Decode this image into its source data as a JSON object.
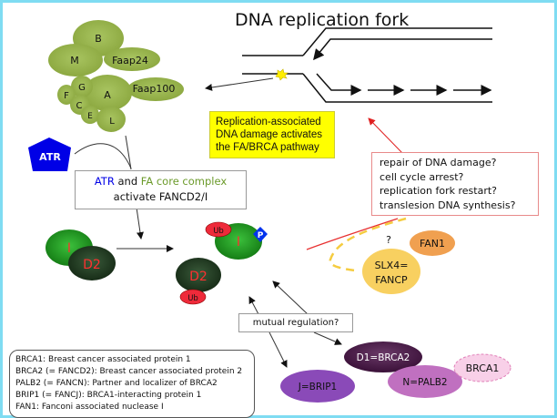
{
  "title": "DNA replication fork",
  "core_complex": {
    "subunits": [
      "B",
      "M",
      "Faap24",
      "G",
      "A",
      "Faap100",
      "F",
      "C",
      "E",
      "L"
    ]
  },
  "atr": {
    "label": "ATR"
  },
  "activation_box": {
    "line1_atr": "ATR",
    "line1_and": " and ",
    "line1_fa": "FA core complex",
    "line2": "activate FANCD2/I"
  },
  "damage_box": {
    "line1": "Replication-associated",
    "line2": "DNA damage activates",
    "line3": "the FA/BRCA pathway"
  },
  "outcomes_box": {
    "lines": [
      "repair of DNA damage?",
      "cell cycle arrest?",
      "replication fork restart?",
      "translesion DNA synthesis?"
    ]
  },
  "fancd2i": {
    "inactive_i": "I",
    "inactive_d2": "D2",
    "active_i": "I",
    "active_d2": "D2",
    "ub1": "Ub",
    "ub2": "Ub",
    "phospho": "P"
  },
  "nucleases": {
    "question": "?",
    "fan1": "FAN1",
    "slx4_line1": "SLX4=",
    "slx4_line2": "FANCP"
  },
  "mutual_regulation": "mutual regulation?",
  "brca_proteins": {
    "d1": "D1=BRCA2",
    "j": "J=BRIP1",
    "n": "N=PALB2",
    "brca1": "BRCA1"
  },
  "legend": {
    "lines": [
      "BRCA1: Breast cancer associated protein 1",
      "BRCA2 (= FANCD2): Breast cancer associated protein 2",
      "PALB2 (= FANCN): Partner and localizer of BRCA2",
      "BRIP1 (= FANCJ): BRCA1-interacting protein 1",
      "FAN1: Fanconi associated nuclease I"
    ]
  },
  "colors": {
    "frame": "#7fdcf2",
    "core_green": "#9cb84e",
    "atr_blue": "#0000e6",
    "fa_green": "#6b9a2a",
    "fancd2_green": "#1f9a1f",
    "d2_dark": "#1f3a1f",
    "ub_red": "#ee2a3a",
    "damage_yellow": "#ffff00",
    "fan1_orange": "#f0a050",
    "slx4_yellow": "#f8d060",
    "brca2_purple": "#4a1a48",
    "brip1_purple": "#8a4ab8",
    "palb2_purple": "#c070c0",
    "brca1_pink": "#f8d0e8"
  }
}
